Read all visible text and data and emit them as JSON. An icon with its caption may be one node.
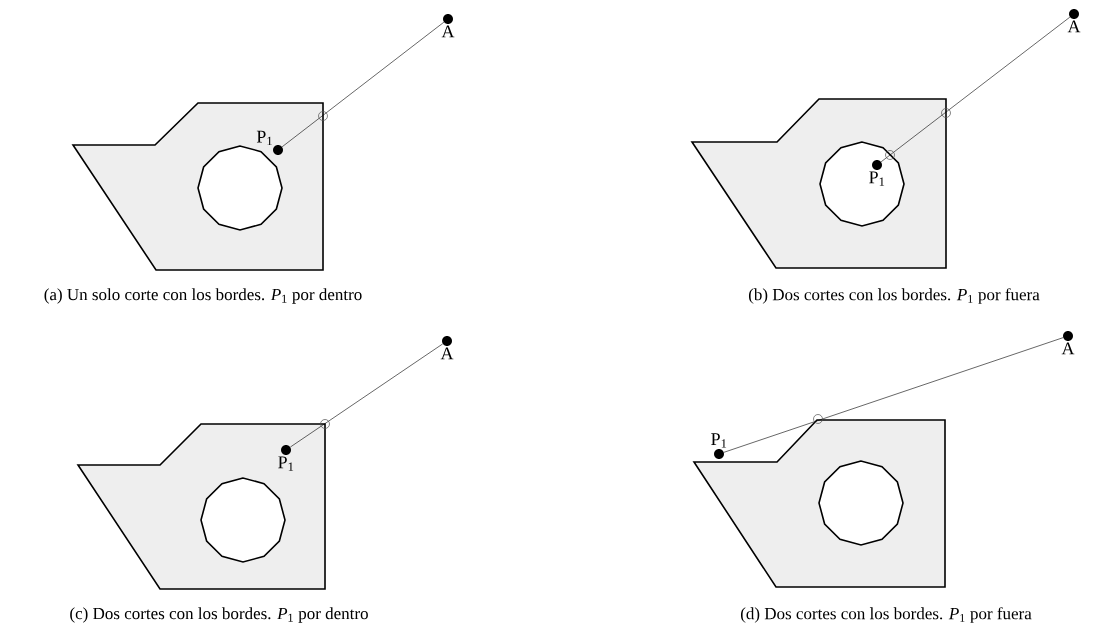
{
  "diagram": {
    "nodes": [
      {
        "text": [
          "A"
        ]
      },
      {
        "text": [
          "P$_{1}$"
        ]
      },
      {
        "text": [
          "A"
        ]
      },
      {
        "text": [
          "P$_{1}$"
        ]
      },
      {
        "text": [
          "A"
        ]
      },
      {
        "text": [
          "P$_{1}$"
        ]
      },
      {
        "text": [
          "A"
        ]
      },
      {
        "text": [
          "P$_{1}$"
        ]
      }
    ],
    "edges": [
      {
        "from": 1,
        "to": 0,
        "arrow": "none"
      },
      {
        "from": 3,
        "to": 2,
        "arrow": "none"
      },
      {
        "from": 5,
        "to": 4,
        "arrow": "none"
      },
      {
        "from": 7,
        "to": 6,
        "arrow": "none"
      }
    ],
    "labels": [
      "(a) Un solo corte con los bordes. *P*$_{1}$ por dentro",
      "(b) Dos cortes con los bordes. *P*$_{1}$ por fuera",
      "(c) Dos cortes con los bordes. *P*$_{1}$ por dentro",
      "(d) Dos cortes con los bordes. *P*$_{1}$ por fuera"
    ]
  }
}
